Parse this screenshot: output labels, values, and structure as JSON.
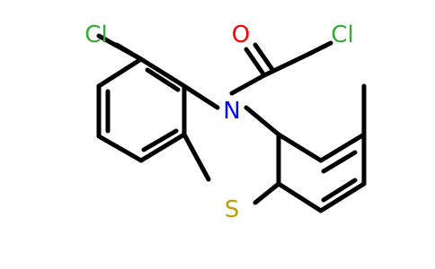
{
  "molecule": {
    "atoms": {
      "cl_left": {
        "text": "Cl"
      },
      "cl_right": {
        "text": "Cl"
      },
      "oxygen": {
        "text": "O"
      },
      "nitrogen": {
        "text": "N"
      },
      "sulfur": {
        "text": "S"
      }
    },
    "colors": {
      "bond": "#000000",
      "chlorine": "#38a838",
      "oxygen": "#ff0000",
      "nitrogen": "#0000ff",
      "sulfur": "#b8a000"
    }
  }
}
